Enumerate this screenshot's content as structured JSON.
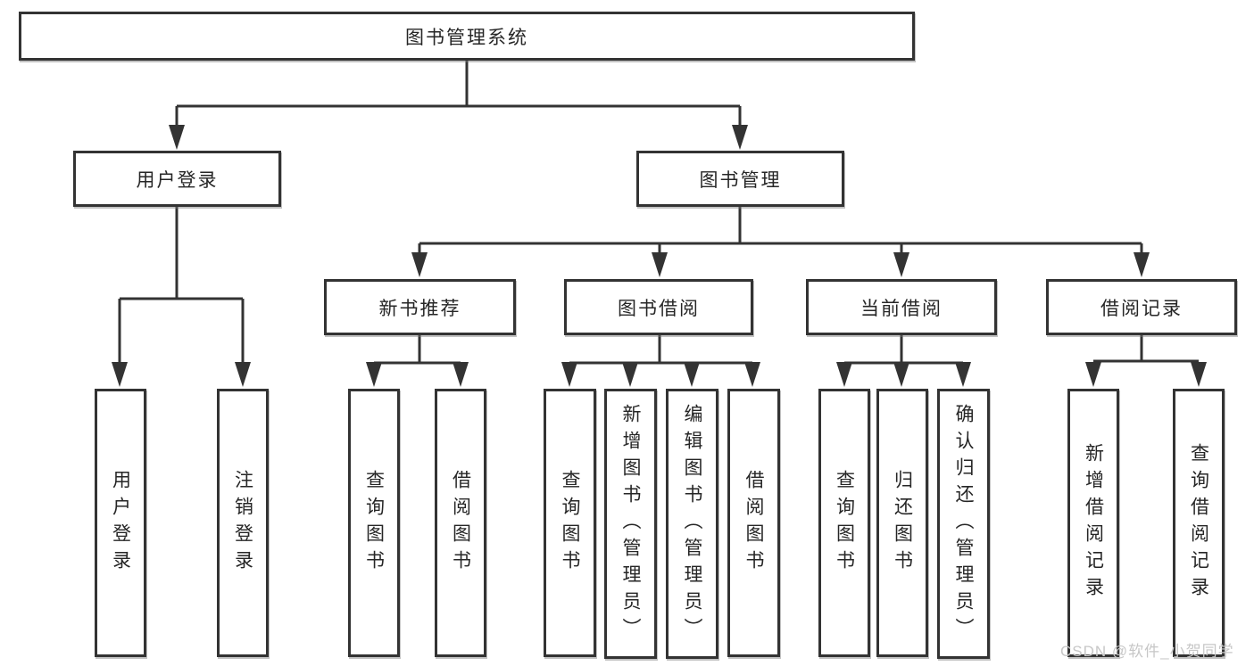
{
  "nodes": {
    "root": "图书管理系统",
    "level2": [
      "用户登录",
      "图书管理"
    ],
    "level3": [
      "新书推荐",
      "图书借阅",
      "当前借阅",
      "借阅记录"
    ],
    "leaves": [
      "用户登录",
      "注销登录",
      "查询图书",
      "借阅图书",
      "查询图书",
      "新增图书（管理员）",
      "编辑图书（管理员）",
      "借阅图书",
      "查询图书",
      "归还图书",
      "确认归还（管理员）",
      "新增借阅记录",
      "查询借阅记录"
    ]
  },
  "watermark": "CSDN @软件_小贺同学",
  "colors": {
    "line": "#333333",
    "text": "#262626",
    "background": "#ffffff",
    "watermark": "#c7c7c7"
  }
}
